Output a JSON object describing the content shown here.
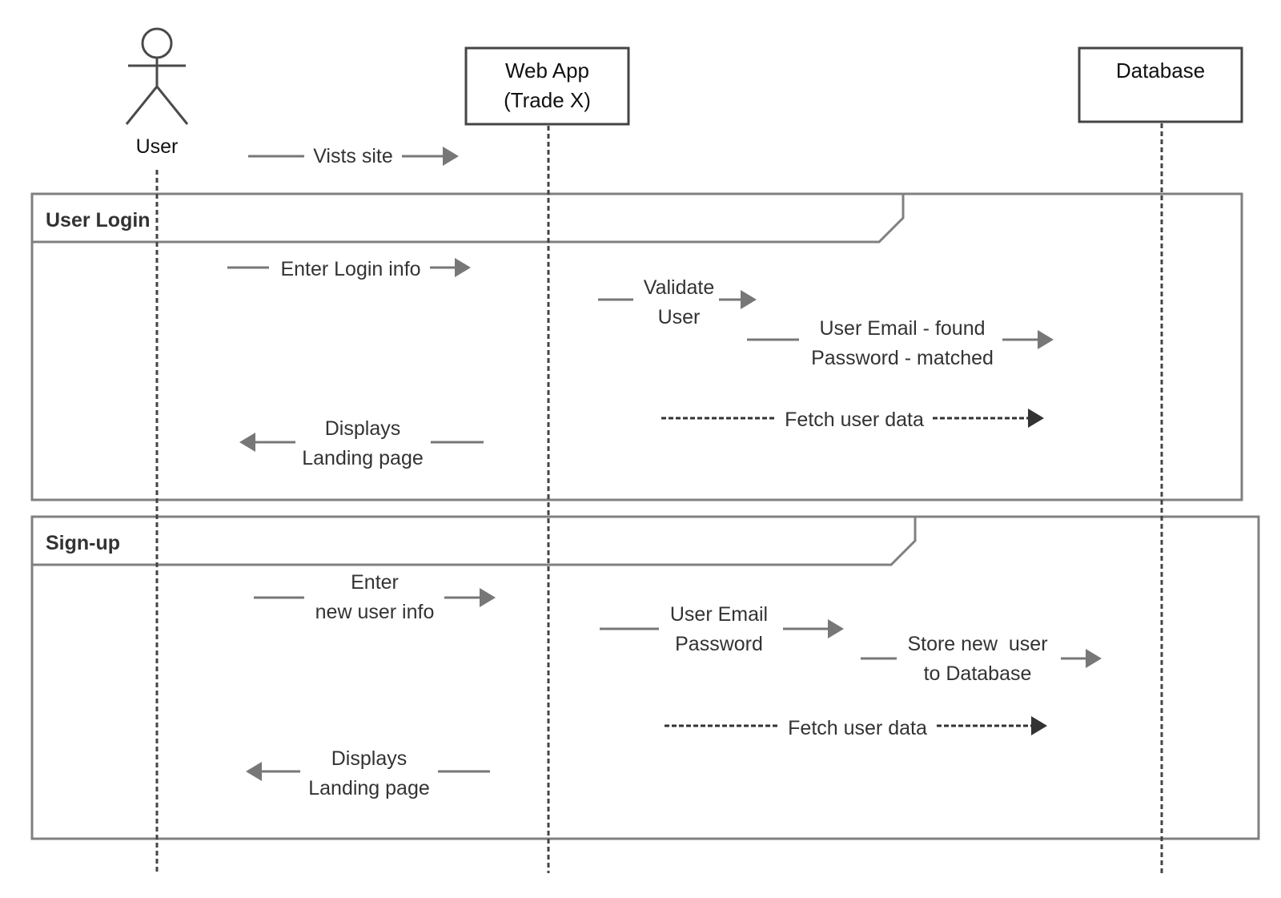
{
  "participants": {
    "user": {
      "label": "User"
    },
    "webapp": {
      "label": "Web App\n(Trade X)"
    },
    "database": {
      "label": "Database"
    }
  },
  "pre_messages": [
    {
      "text": "Vists site",
      "from": "user",
      "to": "webapp",
      "style": "solid"
    }
  ],
  "frames": [
    {
      "title": "User Login",
      "messages": [
        {
          "text": "Enter Login info",
          "from": "user",
          "to": "webapp",
          "style": "solid"
        },
        {
          "text": "Validate\nUser",
          "from": "webapp",
          "to": "webapp",
          "style": "solid"
        },
        {
          "text": "User Email - found\nPassword - matched",
          "from": "webapp",
          "to": "database",
          "style": "solid"
        },
        {
          "text": "Fetch user data",
          "from": "webapp",
          "to": "database",
          "style": "dashed"
        },
        {
          "text": "Displays\nLanding page",
          "from": "webapp",
          "to": "user",
          "style": "solid"
        }
      ]
    },
    {
      "title": "Sign-up",
      "messages": [
        {
          "text": "Enter\nnew user info",
          "from": "user",
          "to": "webapp",
          "style": "solid"
        },
        {
          "text": "User Email\nPassword",
          "from": "webapp",
          "to": "database",
          "style": "solid"
        },
        {
          "text": "Store new  user\nto Database",
          "from": "webapp",
          "to": "database",
          "style": "solid"
        },
        {
          "text": "Fetch user data",
          "from": "webapp",
          "to": "database",
          "style": "dashed"
        },
        {
          "text": "Displays\nLanding page",
          "from": "webapp",
          "to": "user",
          "style": "solid"
        }
      ]
    }
  ],
  "colors": {
    "solid_arrow": "#777777",
    "dashed_arrow": "#333333",
    "frame_border": "#808080",
    "lifeline": "#444444"
  }
}
